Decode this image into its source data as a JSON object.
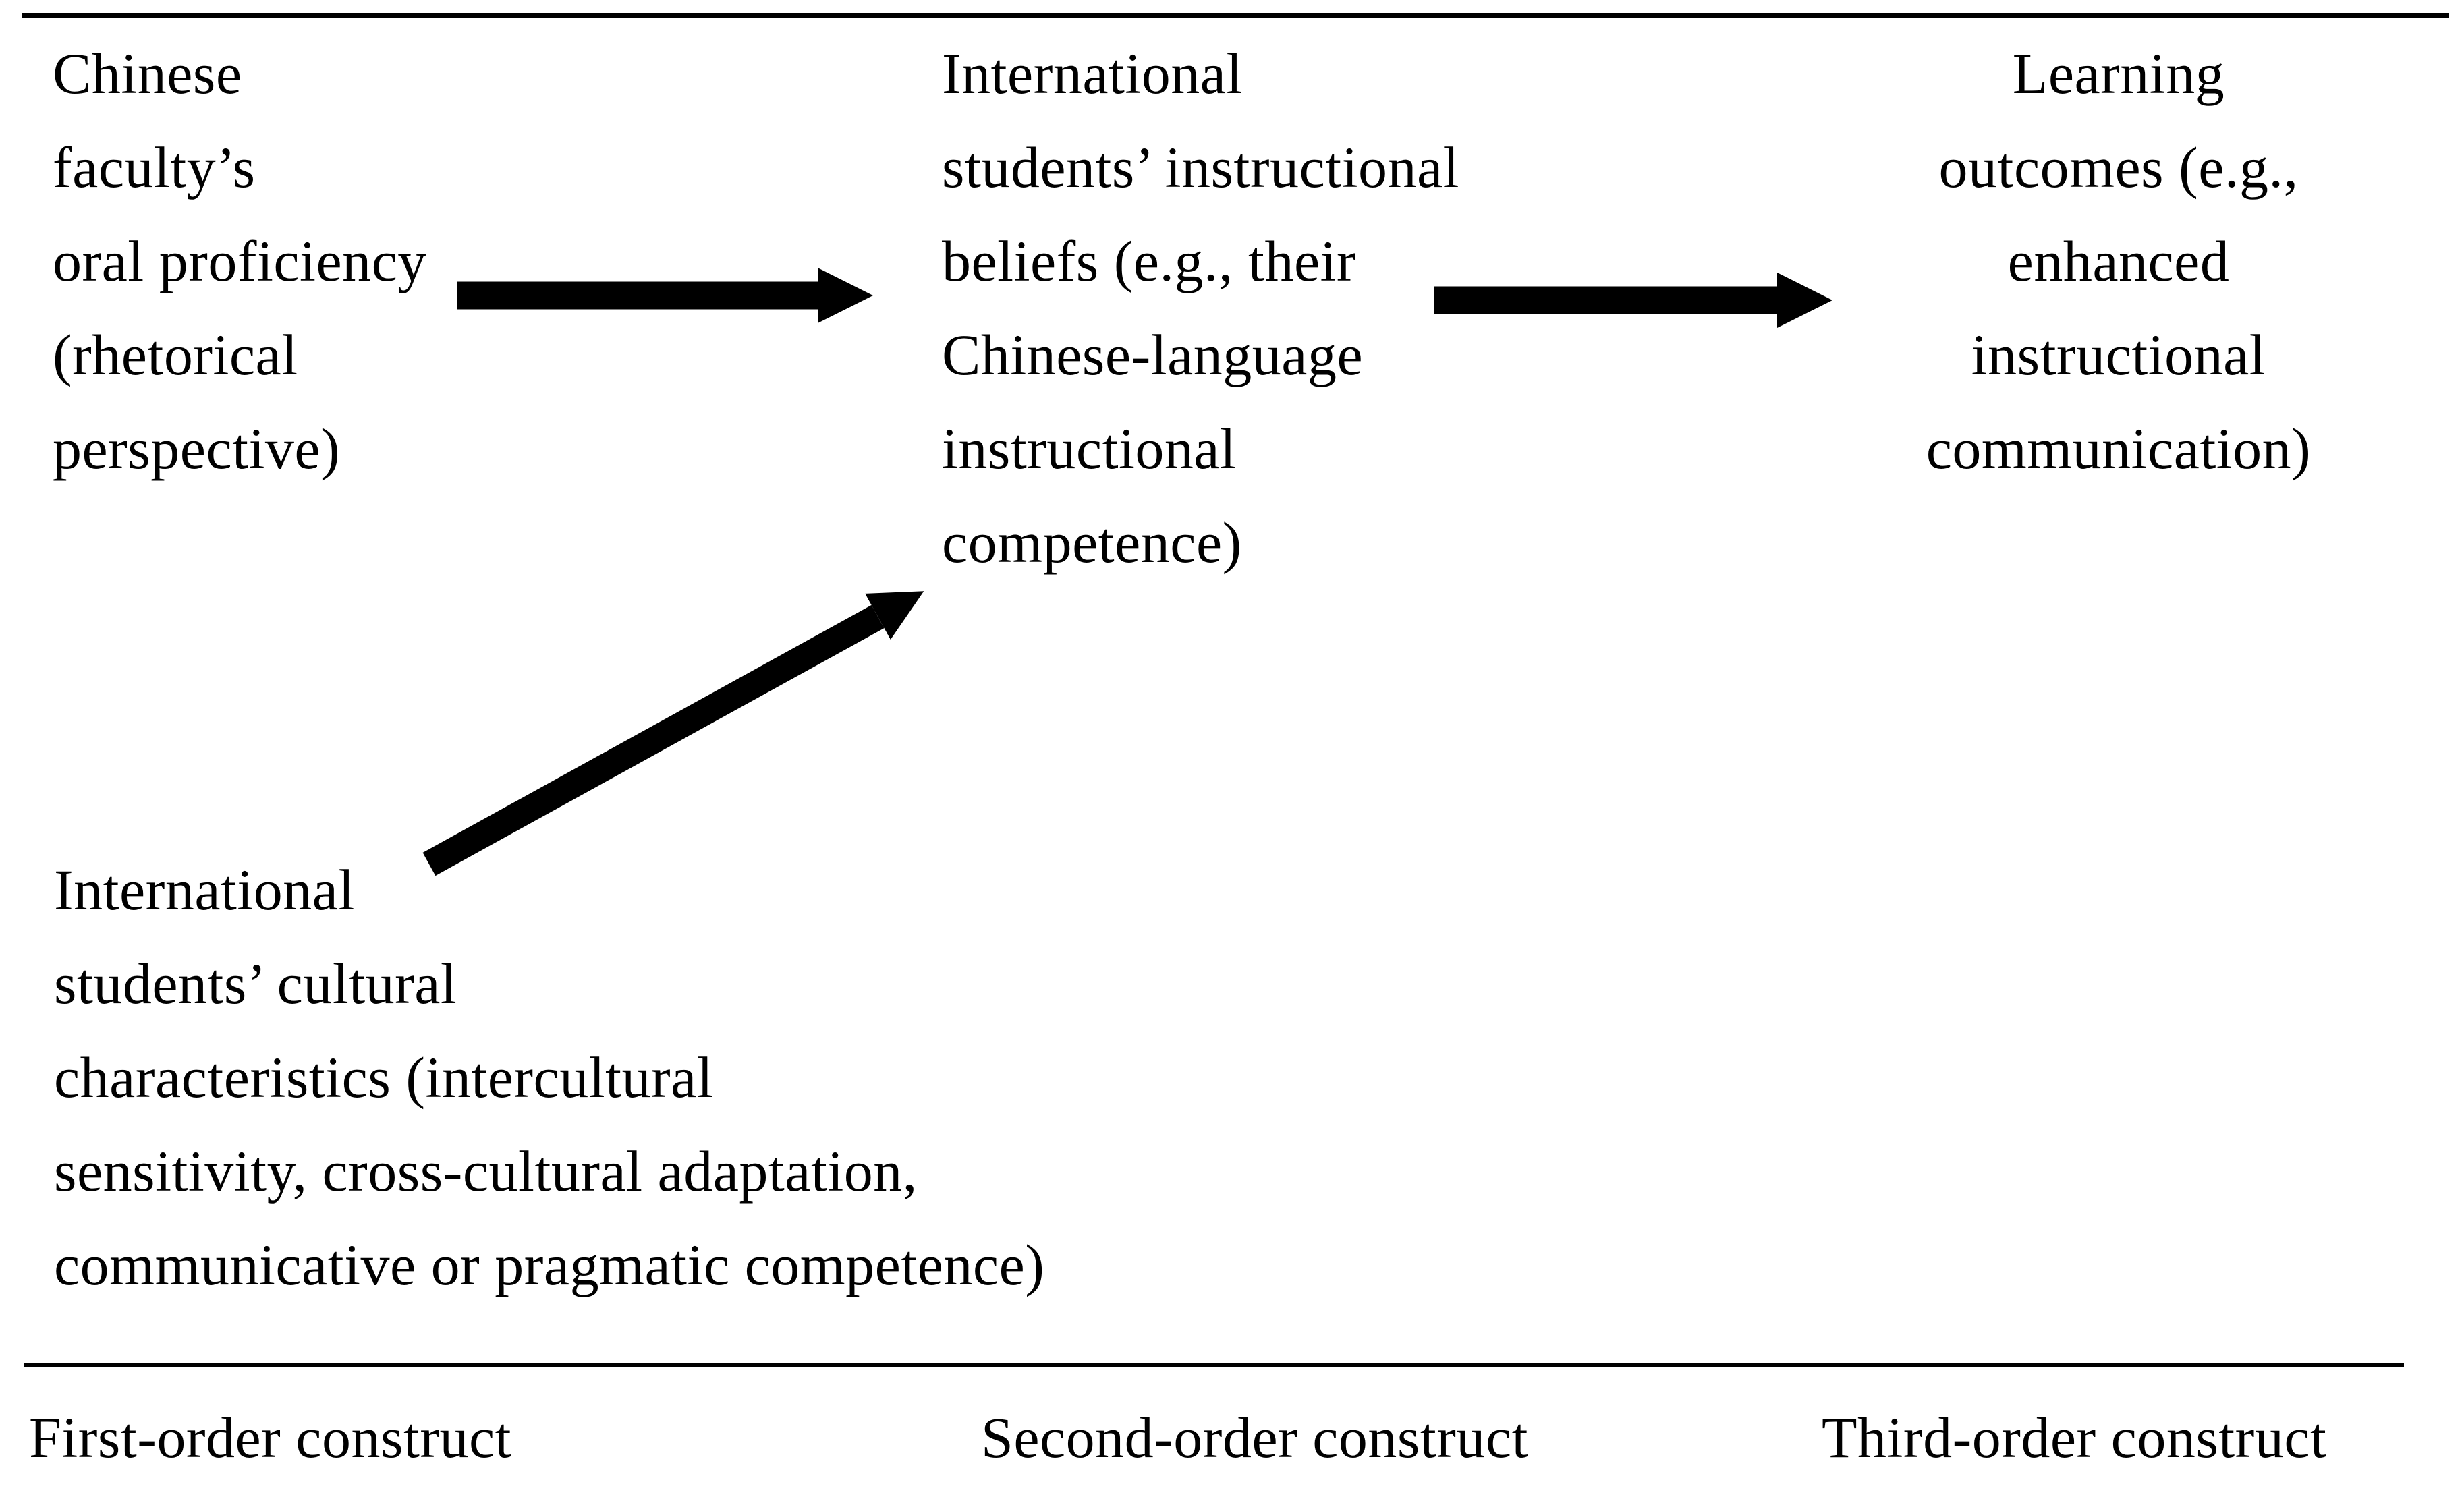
{
  "figure": {
    "colors": {
      "background": "#ffffff",
      "ink": "#000000"
    },
    "columns": {
      "first_order": {
        "lines": [
          "Chinese",
          "faculty’s",
          "oral proficiency",
          "(rhetorical",
          "perspective)"
        ]
      },
      "second_order": {
        "lines": [
          "International",
          "students’ instructional",
          "beliefs (e.g., their",
          "Chinese-language",
          "instructional",
          "competence)"
        ]
      },
      "third_order": {
        "lines": [
          "Learning",
          "outcomes (e.g.,",
          "enhanced",
          "instructional",
          "communication)"
        ]
      },
      "moderator": {
        "lines": [
          "International",
          "students’ cultural",
          "characteristics (intercultural",
          "sensitivity, cross-cultural adaptation,",
          "communicative or pragmatic competence)"
        ]
      }
    },
    "footer": {
      "first_order_label": "First-order construct",
      "second_order_label": "Second-order construct",
      "third_order_label": "Third-order construct"
    },
    "arrows": [
      {
        "name": "first-to-second",
        "direction": "right"
      },
      {
        "name": "second-to-third",
        "direction": "right"
      },
      {
        "name": "moderator-to-second",
        "direction": "up-right"
      }
    ]
  }
}
